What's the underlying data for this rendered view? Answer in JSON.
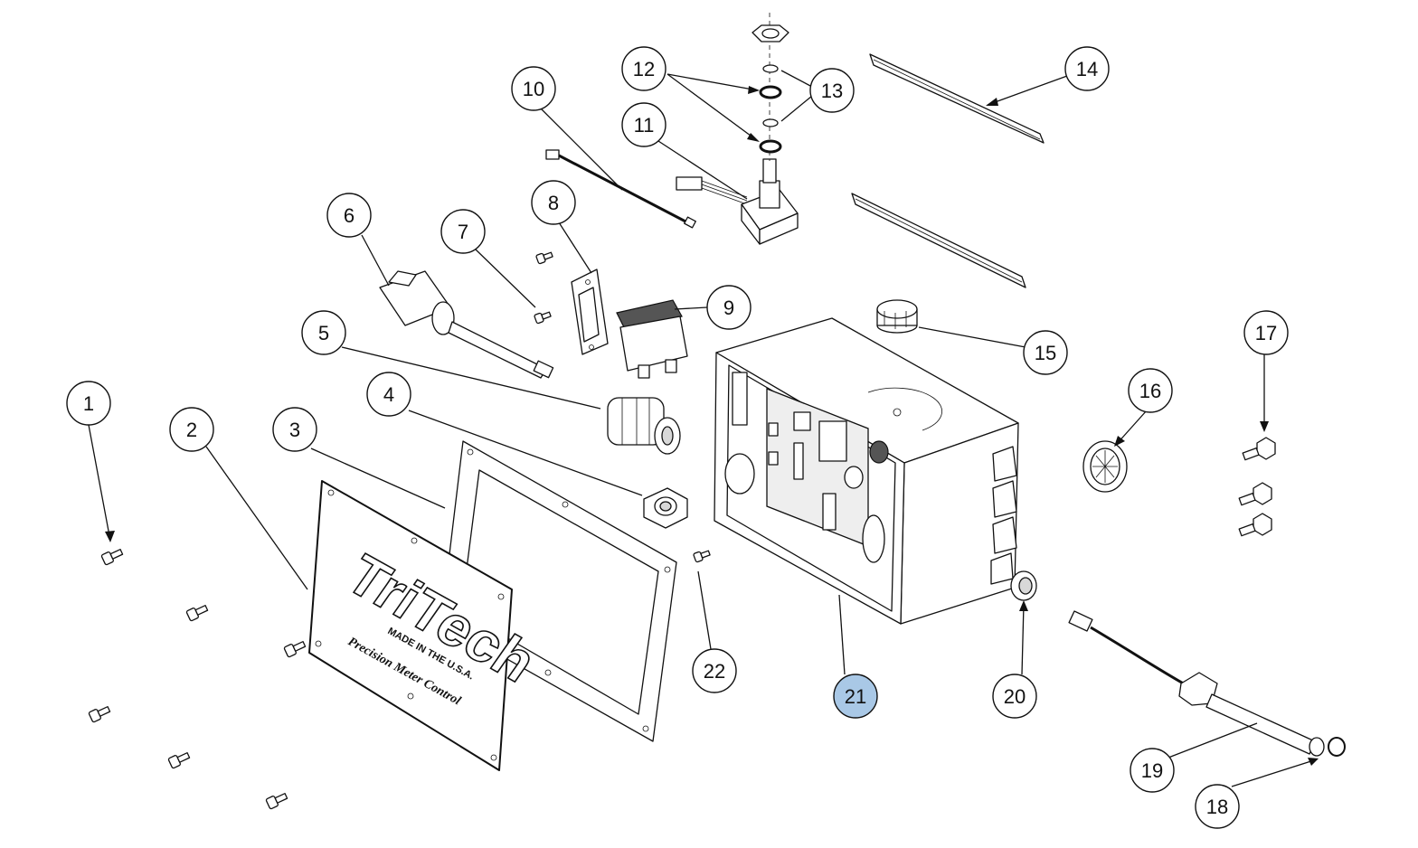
{
  "nameplate": {
    "brand": "TriTech",
    "made_in": "MADE IN THE U.S.A.",
    "tagline": "Precision Meter Control"
  },
  "callouts": [
    {
      "label": "1"
    },
    {
      "label": "2"
    },
    {
      "label": "3"
    },
    {
      "label": "4"
    },
    {
      "label": "5"
    },
    {
      "label": "6"
    },
    {
      "label": "7"
    },
    {
      "label": "8"
    },
    {
      "label": "9"
    },
    {
      "label": "10"
    },
    {
      "label": "11"
    },
    {
      "label": "12"
    },
    {
      "label": "13"
    },
    {
      "label": "14"
    },
    {
      "label": "15"
    },
    {
      "label": "16"
    },
    {
      "label": "17"
    },
    {
      "label": "18"
    },
    {
      "label": "19"
    },
    {
      "label": "20"
    },
    {
      "label": "21",
      "selected": true
    },
    {
      "label": "22"
    }
  ],
  "colors": {
    "line": "#111111",
    "selection_highlight": "#a9c8e6",
    "background": "#ffffff"
  }
}
